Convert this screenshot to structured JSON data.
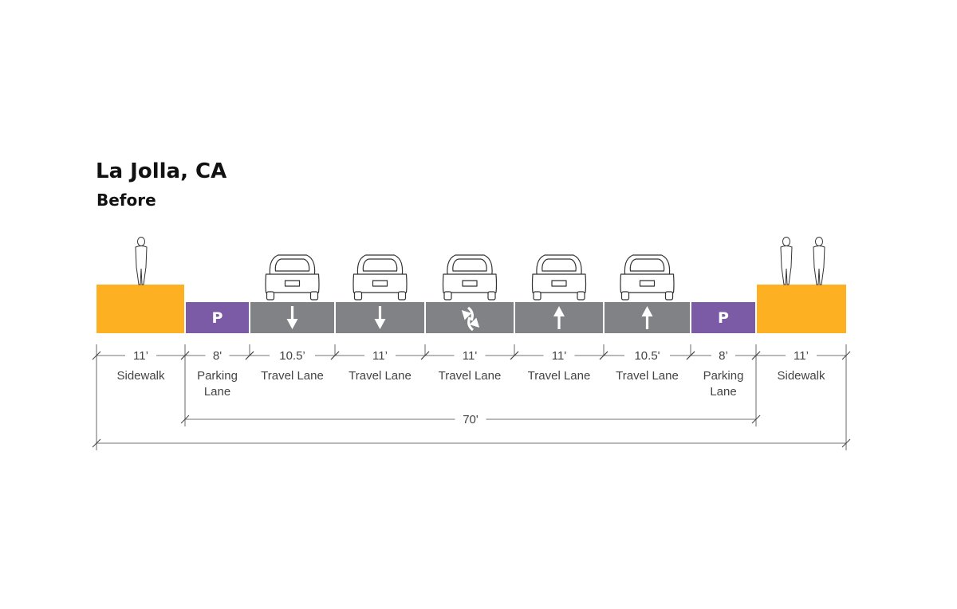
{
  "title": "La Jolla, CA",
  "subtitle": "Before",
  "segments": [
    {
      "type": "sidewalk",
      "width_label": "11’",
      "label": [
        "Sidewalk"
      ],
      "feet": 11,
      "people": 1
    },
    {
      "type": "parking",
      "width_label": "8'",
      "label": [
        "Parking",
        "Lane"
      ],
      "feet": 8,
      "symbol": "P"
    },
    {
      "type": "travel",
      "width_label": "10.5’",
      "label": [
        "Travel Lane"
      ],
      "feet": 10.5,
      "arrow": "down"
    },
    {
      "type": "travel",
      "width_label": "11’",
      "label": [
        "Travel Lane"
      ],
      "feet": 11,
      "arrow": "down"
    },
    {
      "type": "turn",
      "width_label": "11'",
      "label": [
        "Travel Lane"
      ],
      "feet": 11,
      "arrow": "two-way-turn"
    },
    {
      "type": "travel",
      "width_label": "11'",
      "label": [
        "Travel Lane"
      ],
      "feet": 11,
      "arrow": "up"
    },
    {
      "type": "travel",
      "width_label": "10.5'",
      "label": [
        "Travel Lane"
      ],
      "feet": 10.5,
      "arrow": "up"
    },
    {
      "type": "parking",
      "width_label": "8’",
      "label": [
        "Parking",
        "Lane"
      ],
      "feet": 8,
      "symbol": "P"
    },
    {
      "type": "sidewalk",
      "width_label": "11’",
      "label": [
        "Sidewalk"
      ],
      "feet": 11,
      "people": 2
    }
  ],
  "curb_to_curb_label": "70'",
  "colors": {
    "sidewalk": "#FDB022",
    "parking": "#7B5AA6",
    "travel": "#818285",
    "ink": "#444444"
  },
  "icons": {
    "vehicle": "car-rear-icon",
    "pedestrian": "person-icon",
    "lane_arrow": "arrow-icon"
  }
}
